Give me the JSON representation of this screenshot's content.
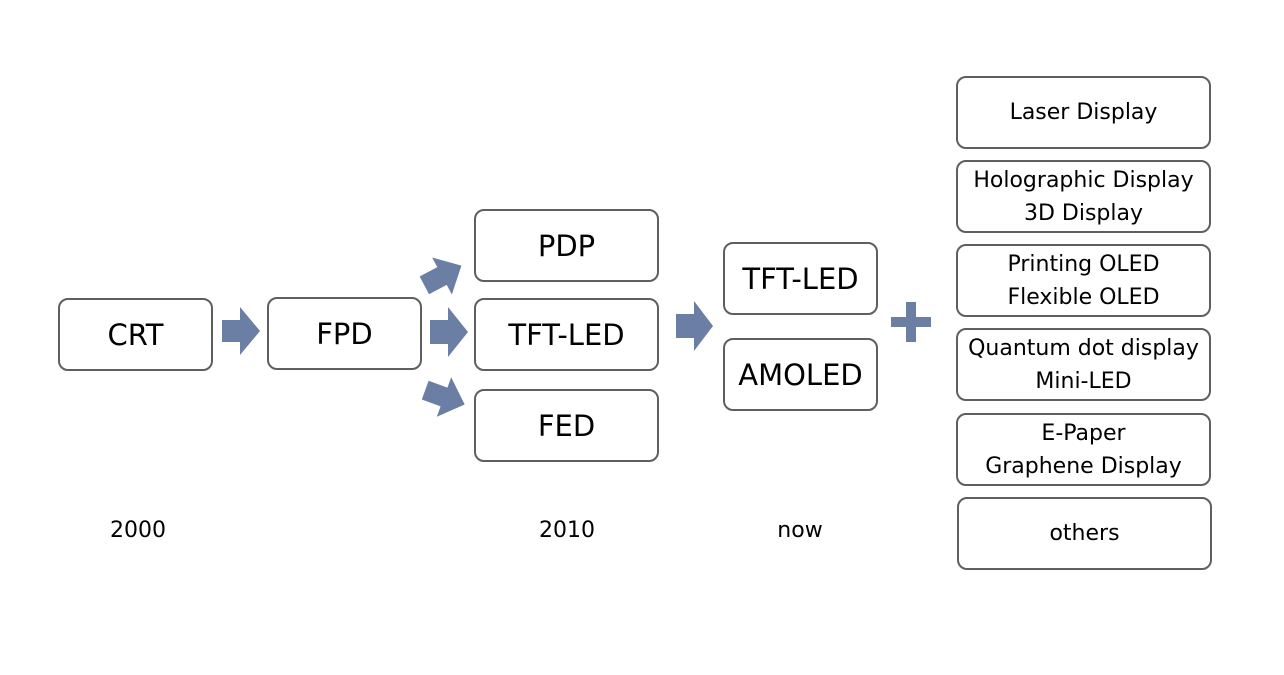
{
  "stage1": {
    "box": "CRT",
    "year": "2000"
  },
  "stage2": {
    "box": "FPD"
  },
  "stage3": {
    "boxes": [
      "PDP",
      "TFT-LED",
      "FED"
    ],
    "year": "2010"
  },
  "stage4": {
    "boxes": [
      "TFT-LED",
      "AMOLED"
    ],
    "year": "now"
  },
  "future": [
    {
      "lines": [
        "Laser Display"
      ]
    },
    {
      "lines": [
        "Holographic Display",
        "3D Display"
      ]
    },
    {
      "lines": [
        "Printing OLED",
        "Flexible OLED"
      ]
    },
    {
      "lines": [
        "Quantum dot display",
        "Mini-LED"
      ]
    },
    {
      "lines": [
        "E-Paper",
        "Graphene Display"
      ]
    },
    {
      "lines": [
        "others"
      ]
    }
  ],
  "colors": {
    "arrow": "#6b7ea3",
    "border": "#5f5f5f"
  }
}
